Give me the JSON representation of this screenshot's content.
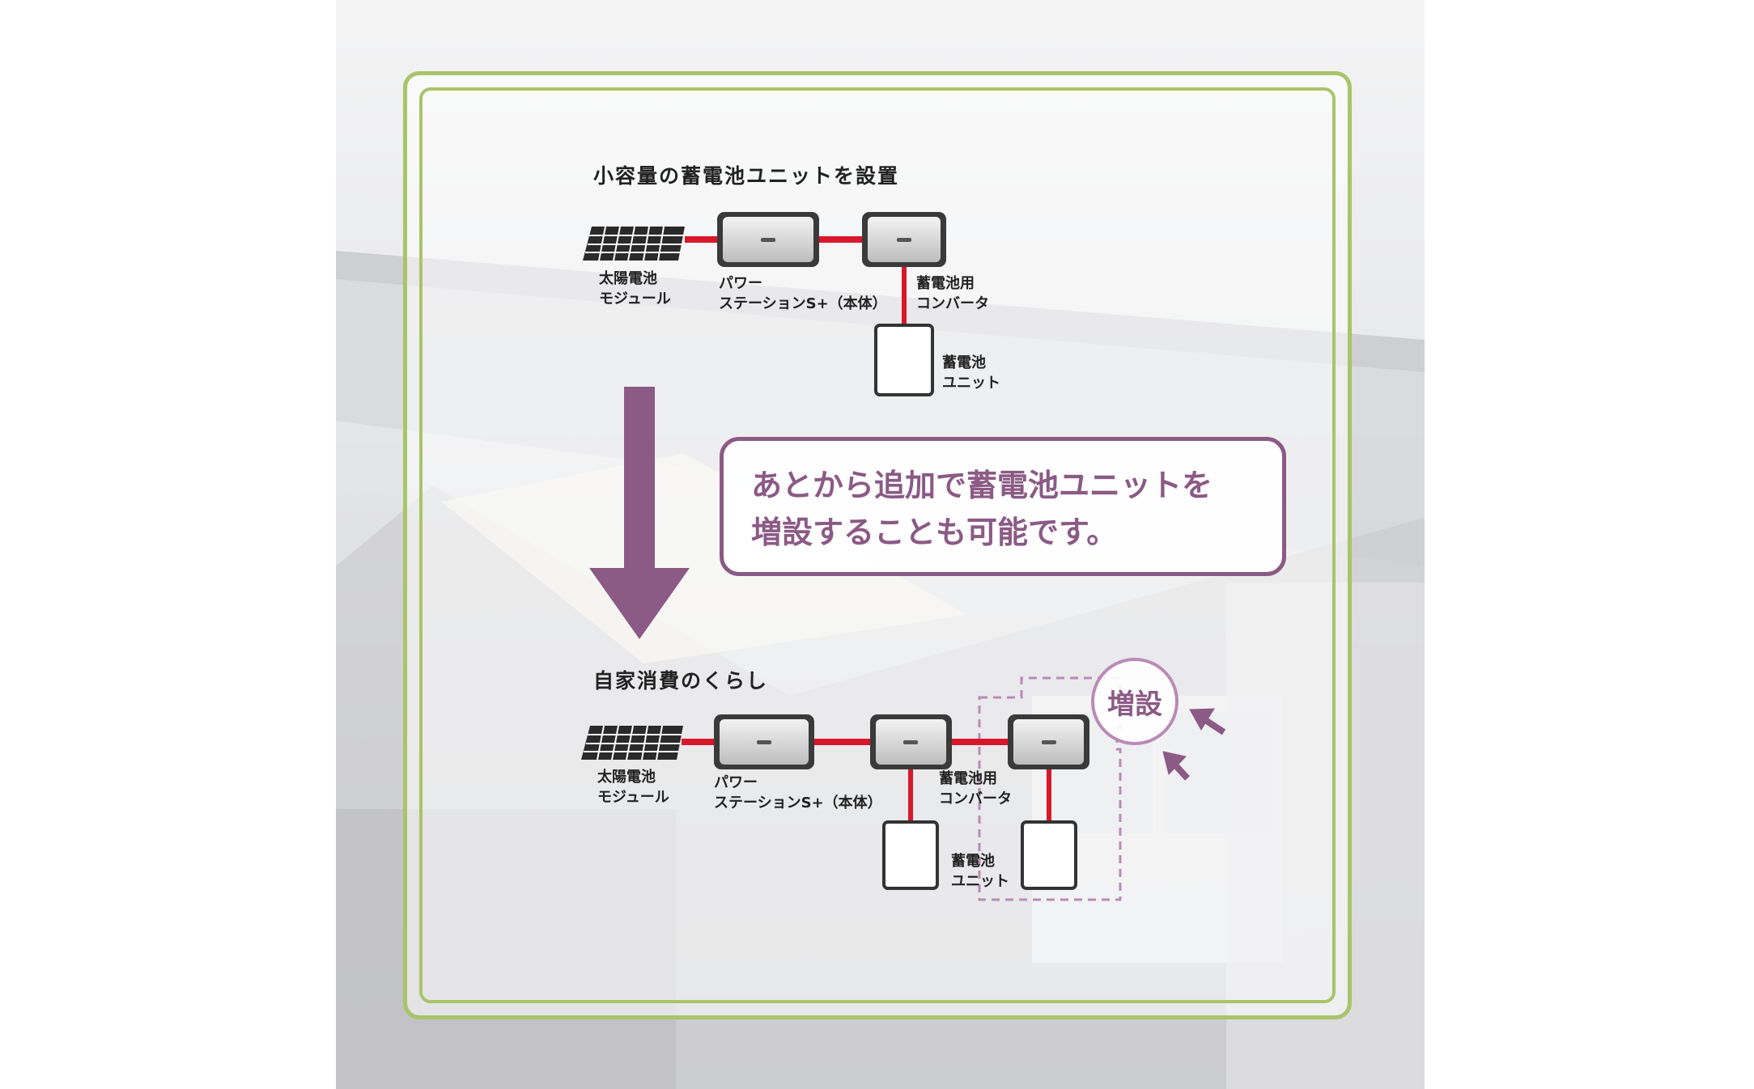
{
  "top_diagram": {
    "heading": "小容量の蓄電池ユニットを設置",
    "solar_label_1": "太陽電池",
    "solar_label_2": "モジュール",
    "power_label_1": "パワー",
    "power_label_2": "ステーションS+（本体）",
    "converter_label_1": "蓄電池用",
    "converter_label_2": "コンバータ",
    "battery_label_1": "蓄電池",
    "battery_label_2": "ユニット"
  },
  "callout": {
    "line1": "あとから追加で蓄電池ユニットを",
    "line2": "増設することも可能です。"
  },
  "bottom_diagram": {
    "heading": "自家消費のくらし",
    "solar_label_1": "太陽電池",
    "solar_label_2": "モジュール",
    "power_label_1": "パワー",
    "power_label_2": "ステーションS+（本体）",
    "converter_label_1": "蓄電池用",
    "converter_label_2": "コンバータ",
    "battery_label_1": "蓄電池",
    "battery_label_2": "ユニット",
    "badge": "増設"
  },
  "colors": {
    "frame": "#a9c46a",
    "accent": "#8b5a85",
    "wire": "#d8182a",
    "dashed_outline": "#b98bb6"
  }
}
